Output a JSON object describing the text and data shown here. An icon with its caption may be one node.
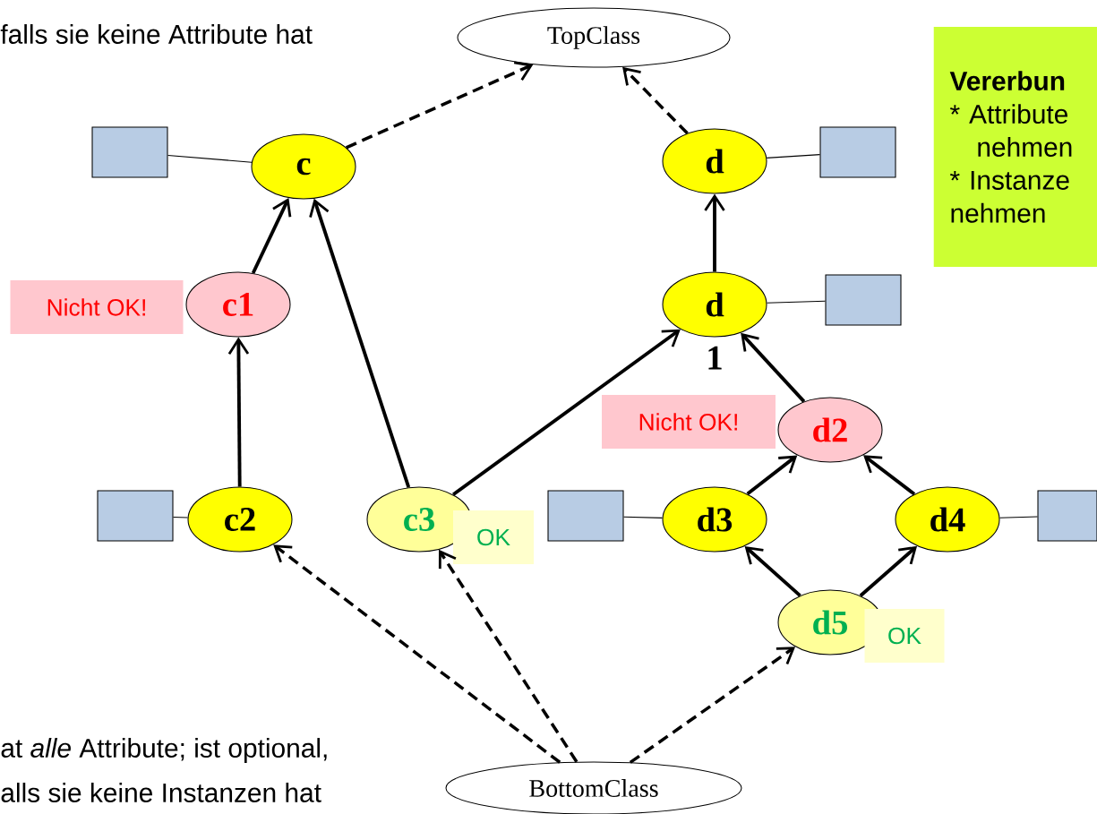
{
  "diagram": {
    "nodes": [
      {
        "text": [
          "TopClass"
        ]
      },
      {
        "text": [
          "Vererbun",
          "* Attribute nehmen",
          "* Instanze nehmen"
        ]
      },
      {
        "text": [],
        "shape": "box"
      },
      {
        "text": [
          "c"
        ]
      },
      {
        "text": [
          "d"
        ]
      },
      {
        "text": [],
        "shape": "box"
      },
      {
        "text": [
          "Nicht OK!"
        ]
      },
      {
        "text": [
          "c1"
        ]
      },
      {
        "text": [
          "d"
        ],
        "beside": [
          "1"
        ]
      },
      {
        "text": [],
        "shape": "box"
      },
      {
        "text": [
          "Nicht OK!"
        ]
      },
      {
        "text": [
          "d2"
        ]
      },
      {
        "text": [],
        "shape": "box"
      },
      {
        "text": [
          "c2"
        ]
      },
      {
        "text": [
          "c3"
        ]
      },
      {
        "text": [
          "OK"
        ]
      },
      {
        "text": [],
        "shape": "box"
      },
      {
        "text": [
          "d3"
        ]
      },
      {
        "text": [
          "d4"
        ]
      },
      {
        "text": [],
        "shape": "box"
      },
      {
        "text": [
          "d5"
        ]
      },
      {
        "text": [
          "OK"
        ]
      },
      {
        "text": [
          "BottomClass"
        ]
      }
    ],
    "edges": [
      {
        "from": 3,
        "to": 0,
        "arrow": "to",
        "style": "dashed"
      },
      {
        "from": 4,
        "to": 0,
        "arrow": "to",
        "style": "dashed"
      },
      {
        "from": 2,
        "to": 3,
        "arrow": "none"
      },
      {
        "from": 4,
        "to": 5,
        "arrow": "none"
      },
      {
        "from": 7,
        "to": 3,
        "arrow": "to"
      },
      {
        "from": 8,
        "to": 4,
        "arrow": "to"
      },
      {
        "from": 8,
        "to": 9,
        "arrow": "none"
      },
      {
        "from": 11,
        "to": 8,
        "arrow": "to"
      },
      {
        "from": 12,
        "to": 13,
        "arrow": "none"
      },
      {
        "from": 13,
        "to": 7,
        "arrow": "to"
      },
      {
        "from": 14,
        "to": 3,
        "arrow": "to"
      },
      {
        "from": 14,
        "to": 8,
        "arrow": "to"
      },
      {
        "from": 16,
        "to": 17,
        "arrow": "none"
      },
      {
        "from": 17,
        "to": 11,
        "arrow": "to"
      },
      {
        "from": 18,
        "to": 11,
        "arrow": "to"
      },
      {
        "from": 18,
        "to": 19,
        "arrow": "none"
      },
      {
        "from": 20,
        "to": 17,
        "arrow": "to"
      },
      {
        "from": 20,
        "to": 18,
        "arrow": "to"
      },
      {
        "from": 22,
        "to": 13,
        "arrow": "to",
        "style": "dashed"
      },
      {
        "from": 22,
        "to": 14,
        "arrow": "to",
        "style": "dashed"
      },
      {
        "from": 22,
        "to": 20,
        "arrow": "to",
        "style": "dashed"
      }
    ],
    "labels": [
      "falls sie keine Attribute hat",
      "at *alle* Attribute; ist optional,",
      "alls sie keine Instanzen hat"
    ]
  }
}
